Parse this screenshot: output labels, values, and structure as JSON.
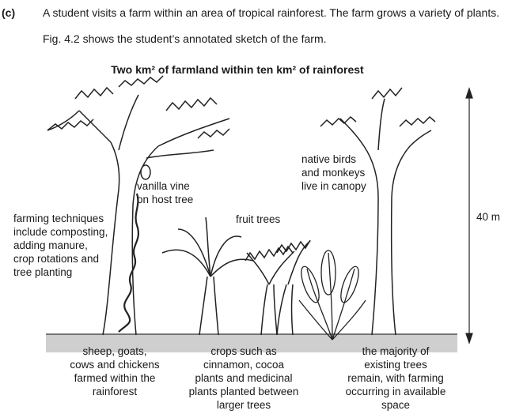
{
  "question": {
    "label": "(c)",
    "line1": "A student visits a farm within an area of tropical rainforest. The farm grows a variety of plants.",
    "line2": "Fig. 4.2 shows the student’s annotated sketch of the farm."
  },
  "figure": {
    "title": "Two km² of farmland within ten km² of rainforest",
    "height_label": "40 m",
    "annotations": {
      "vanilla": [
        "vanilla vine",
        "on host tree"
      ],
      "techniques": [
        "farming techniques",
        "include composting,",
        "adding manure,",
        "crop rotations and",
        "tree planting"
      ],
      "fruit": "fruit trees",
      "birds": [
        "native birds",
        "and monkeys",
        "live in canopy"
      ],
      "animals": [
        "sheep, goats,",
        "cows and chickens",
        "farmed within the",
        "rainforest"
      ],
      "crops": [
        "crops such as",
        "cinnamon, cocoa",
        "plants and medicinal",
        "plants planted between",
        "larger trees"
      ],
      "majority": [
        "the majority of",
        "existing trees",
        "remain, with farming",
        "occurring in available",
        "space"
      ]
    }
  }
}
